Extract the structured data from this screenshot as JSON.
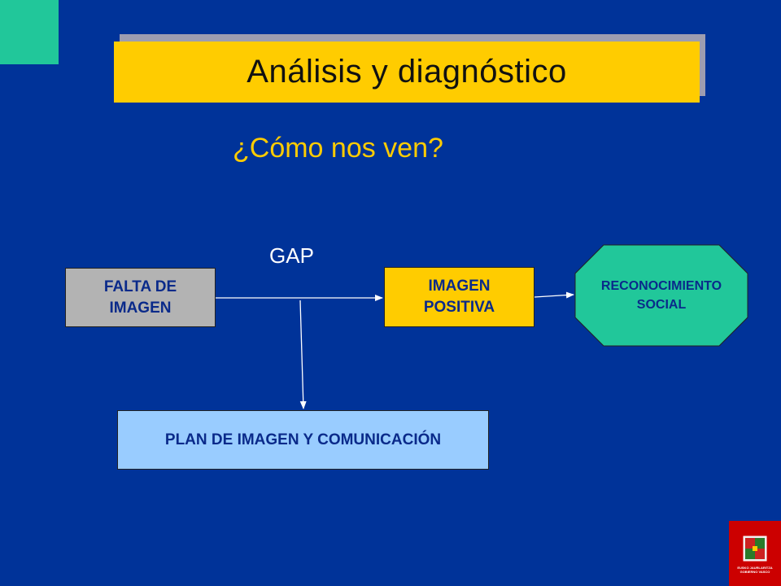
{
  "slide": {
    "title": "Análisis y diagnóstico",
    "subtitle": "¿Cómo nos ven?"
  },
  "diagram": {
    "gap_label": "GAP",
    "nodes": {
      "falta": "FALTA DE\nIMAGEN",
      "imagen": "IMAGEN\nPOSITIVA",
      "reconocimiento": "RECONOCIMIENTO\nSOCIAL",
      "plan": "PLAN DE IMAGEN Y COMUNICACIÓN"
    }
  },
  "logo": {
    "line1": "EUSKO JAURLARITZA",
    "line2": "GOBIERNO VASCO"
  },
  "colors": {
    "background": "#003399",
    "title_fill": "#ffcc00",
    "octagon_fill": "#21c79a",
    "plan_fill": "#99ccff",
    "falta_fill": "#b3b3b3",
    "logo_fill": "#cc0000"
  }
}
